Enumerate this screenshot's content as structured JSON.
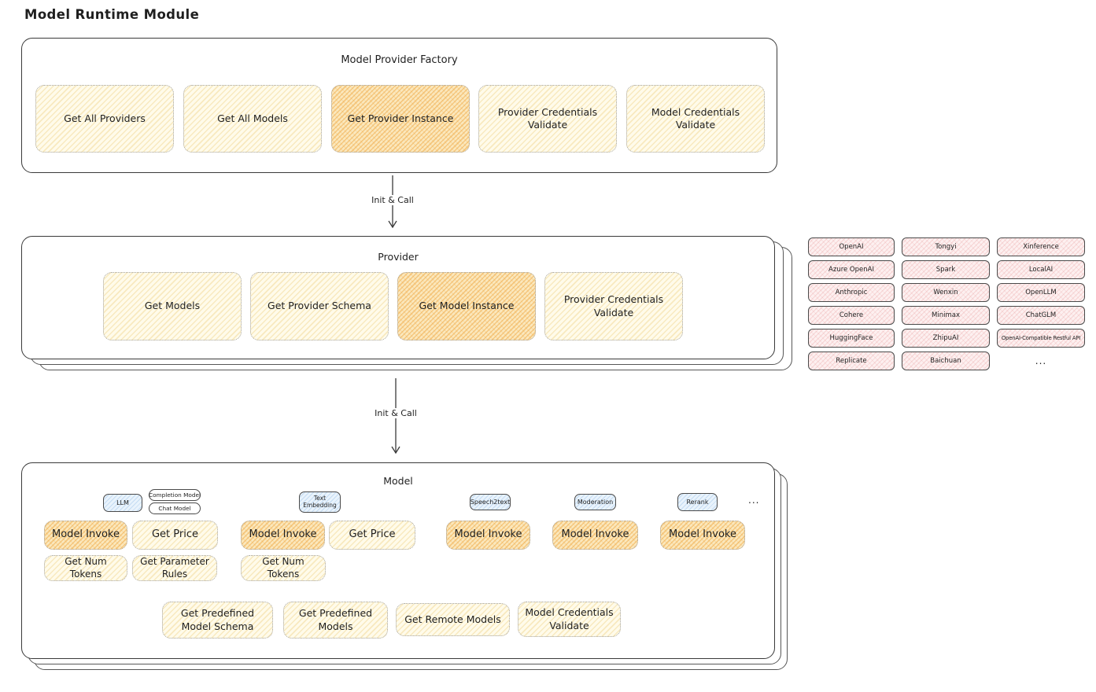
{
  "page": {
    "title": "Model Runtime Module"
  },
  "colors": {
    "ink": "#1f1f1f",
    "yellow_fill": "#fffbea",
    "orange_fill": "#fbe8bd",
    "pink_fill": "#fdf0f0",
    "blue_fill": "#e9f3fc"
  },
  "factory": {
    "title": "Model Provider Factory",
    "boxes": [
      {
        "label": "Get All Providers",
        "highlight": false
      },
      {
        "label": "Get All Models",
        "highlight": false
      },
      {
        "label": "Get Provider Instance",
        "highlight": true
      },
      {
        "label": "Provider Credentials Validate",
        "highlight": false
      },
      {
        "label": "Model Credentials Validate",
        "highlight": false
      }
    ]
  },
  "arrow1": {
    "label": "Init & Call"
  },
  "arrow2": {
    "label": "Init & Call"
  },
  "provider": {
    "title": "Provider",
    "boxes": [
      {
        "label": "Get Models",
        "highlight": false
      },
      {
        "label": "Get Provider Schema",
        "highlight": false
      },
      {
        "label": "Get Model Instance",
        "highlight": true
      },
      {
        "label": "Provider Credentials Validate",
        "highlight": false
      }
    ]
  },
  "providers_grid": {
    "items": [
      "OpenAI",
      "Tongyi",
      "Xinference",
      "Azure OpenAI",
      "Spark",
      "LocalAI",
      "Anthropic",
      "Wenxin",
      "OpenLLM",
      "Cohere",
      "Minimax",
      "ChatGLM",
      "HuggingFace",
      "ZhipuAI",
      "OpenAI-Compatible Restful API",
      "Replicate",
      "Baichuan"
    ],
    "more": "..."
  },
  "model": {
    "title": "Model",
    "tags": {
      "llm": "LLM",
      "completion": "Completion Model",
      "chat": "Chat Model",
      "text_embedding": "Text Embedding",
      "speech2text": "Speech2text",
      "moderation": "Moderation",
      "rerank": "Rerank",
      "more": "..."
    },
    "invoke_row": [
      "Model Invoke",
      "Get Price",
      "Model Invoke",
      "Get Price",
      "Model Invoke",
      "Model Invoke",
      "Model Invoke"
    ],
    "util_row": [
      "Get Num Tokens",
      "Get Parameter Rules",
      "Get Num Tokens"
    ],
    "bottom_row": [
      "Get Predefined Model Schema",
      "Get Predefined Models",
      "Get Remote Models",
      "Model Credentials Validate"
    ]
  }
}
